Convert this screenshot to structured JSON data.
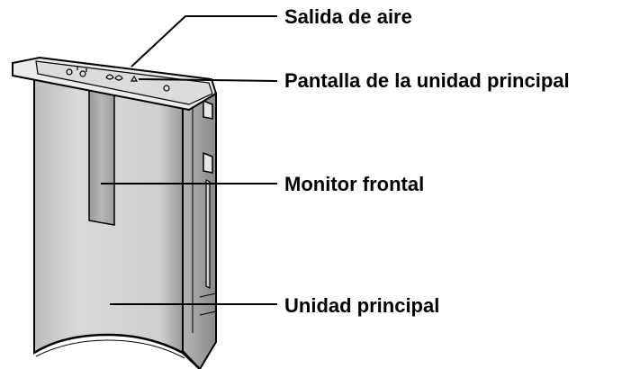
{
  "labels": {
    "air_outlet": "Salida de aire",
    "main_display": "Pantalla de la unidad principal",
    "front_monitor": "Monitor frontal",
    "main_unit": "Unidad principal"
  },
  "colors": {
    "body_light": "#d9d9d9",
    "body_mid": "#bdbdbd",
    "body_dark": "#8f8f8f",
    "window": "#a6a6a6",
    "outline": "#000000"
  }
}
